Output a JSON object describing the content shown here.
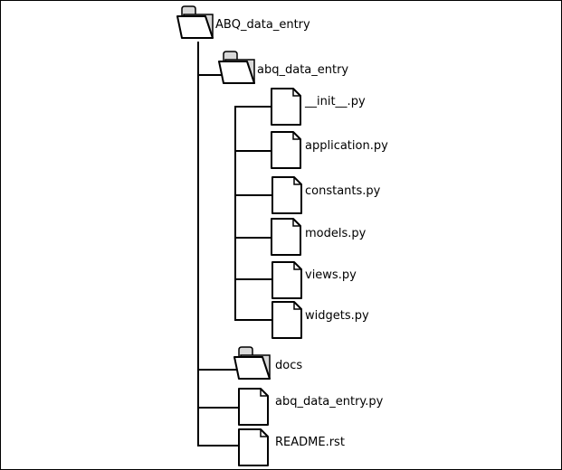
{
  "tree": {
    "root": {
      "label": "ABQ_data_entry",
      "icon": "folder-icon"
    },
    "package": {
      "label": "abq_data_entry",
      "icon": "folder-icon"
    },
    "package_files": [
      {
        "label": "__init__.py",
        "icon": "file-icon"
      },
      {
        "label": "application.py",
        "icon": "file-icon"
      },
      {
        "label": "constants.py",
        "icon": "file-icon"
      },
      {
        "label": "models.py",
        "icon": "file-icon"
      },
      {
        "label": "views.py",
        "icon": "file-icon"
      },
      {
        "label": "widgets.py",
        "icon": "file-icon"
      }
    ],
    "docs": {
      "label": "docs",
      "icon": "folder-icon"
    },
    "root_files": [
      {
        "label": "abq_data_entry.py",
        "icon": "file-icon"
      },
      {
        "label": "README.rst",
        "icon": "file-icon"
      }
    ]
  },
  "colors": {
    "line": "#000000",
    "folder_tab": "#d9d9d9",
    "fill": "#ffffff"
  }
}
